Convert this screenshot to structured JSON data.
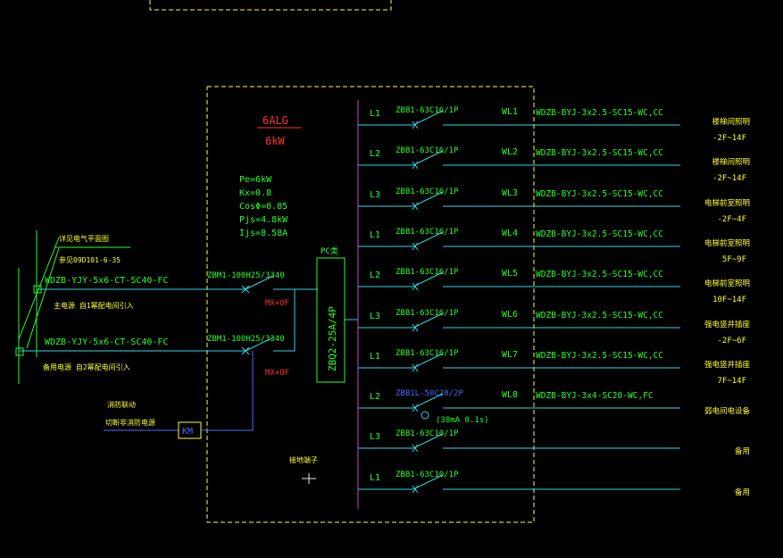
{
  "colors": {
    "background": "#000000",
    "cyan": "#33d6e6",
    "green": "#29ff29",
    "yellow": "#ffff33",
    "red": "#ff3030",
    "blue": "#4a6bff",
    "magenta": "#d040d0",
    "white": "#e8e8e8"
  },
  "panel": {
    "name": "6ALG",
    "power": "6kW",
    "pc_label": "PC类",
    "breaker": "ZBQ2-25A/4P",
    "calc": [
      "Pe=6kW",
      "Kx=0.8",
      "CosΦ=0.85",
      "Pjs=4.8kW",
      "Ijs=8.58A"
    ],
    "ground_label": "接地端子"
  },
  "incoming": [
    {
      "breaker": "ZBM1-100H25/3340",
      "cable": "WDZB-YJY-5x6-CT-SC40-FC",
      "note1": "详见电气平面图",
      "note2": "参见09D101-6-35",
      "note3": "主电源 自1幂配电间引入",
      "acc": "MX+OF"
    },
    {
      "breaker": "ZBM1-100H25/3340",
      "cable": "WDZB-YJY-5x6-CT-SC40-FC",
      "note3": "备用电源 自2幂配电间引入",
      "acc": "MX+OF"
    }
  ],
  "fire_link": {
    "label1": "消防联动",
    "label2": "切断非消防电源",
    "box": "KM"
  },
  "circuits": [
    {
      "phase": "L1",
      "breaker": "ZBB1-63C16/1P",
      "id": "WL1",
      "cable": "WDZB-BYJ-3x2.5-SC15-WC,CC",
      "desc1": "楼梯间照明",
      "desc2": "-2F~14F"
    },
    {
      "phase": "L2",
      "breaker": "ZBB1-63C16/1P",
      "id": "WL2",
      "cable": "WDZB-BYJ-3x2.5-SC15-WC,CC",
      "desc1": "楼梯间照明",
      "desc2": "-2F~14F"
    },
    {
      "phase": "L3",
      "breaker": "ZBB1-63C16/1P",
      "id": "WL3",
      "cable": "WDZB-BYJ-3x2.5-SC15-WC,CC",
      "desc1": "电梯前室照明",
      "desc2": "-2F~4F"
    },
    {
      "phase": "L1",
      "breaker": "ZBB1-63C16/1P",
      "id": "WL4",
      "cable": "WDZB-BYJ-3x2.5-SC15-WC,CC",
      "desc1": "电梯前室照明",
      "desc2": "5F~9F"
    },
    {
      "phase": "L2",
      "breaker": "ZBB1-63C16/1P",
      "id": "WL5",
      "cable": "WDZB-BYJ-3x2.5-SC15-WC,CC",
      "desc1": "电梯前室照明",
      "desc2": "10F~14F"
    },
    {
      "phase": "L3",
      "breaker": "ZBB1-63C16/1P",
      "id": "WL6",
      "cable": "WDZB-BYJ-3x2.5-SC15-WC,CC",
      "desc1": "强电竖井插座",
      "desc2": "-2F~6F"
    },
    {
      "phase": "L1",
      "breaker": "ZBB1-63C16/1P",
      "id": "WL7",
      "cable": "WDZB-BYJ-3x2.5-SC15-WC,CC",
      "desc1": "强电竖井插座",
      "desc2": "7F~14F"
    },
    {
      "phase": "L2",
      "breaker": "ZBB1L-50C20/2P",
      "id": "WL8",
      "cable": "WDZB-BYJ-3x4-SC20-WC,FC",
      "desc1": "弱电间电设备",
      "desc2": "",
      "rcd": "(30mA 0.1s)"
    },
    {
      "phase": "L3",
      "breaker": "ZBB1-63C10/1P",
      "id": "",
      "cable": "",
      "desc1": "备用",
      "desc2": ""
    },
    {
      "phase": "L1",
      "breaker": "ZBB1-63C10/1P",
      "id": "",
      "cable": "",
      "desc1": "备用",
      "desc2": ""
    }
  ]
}
